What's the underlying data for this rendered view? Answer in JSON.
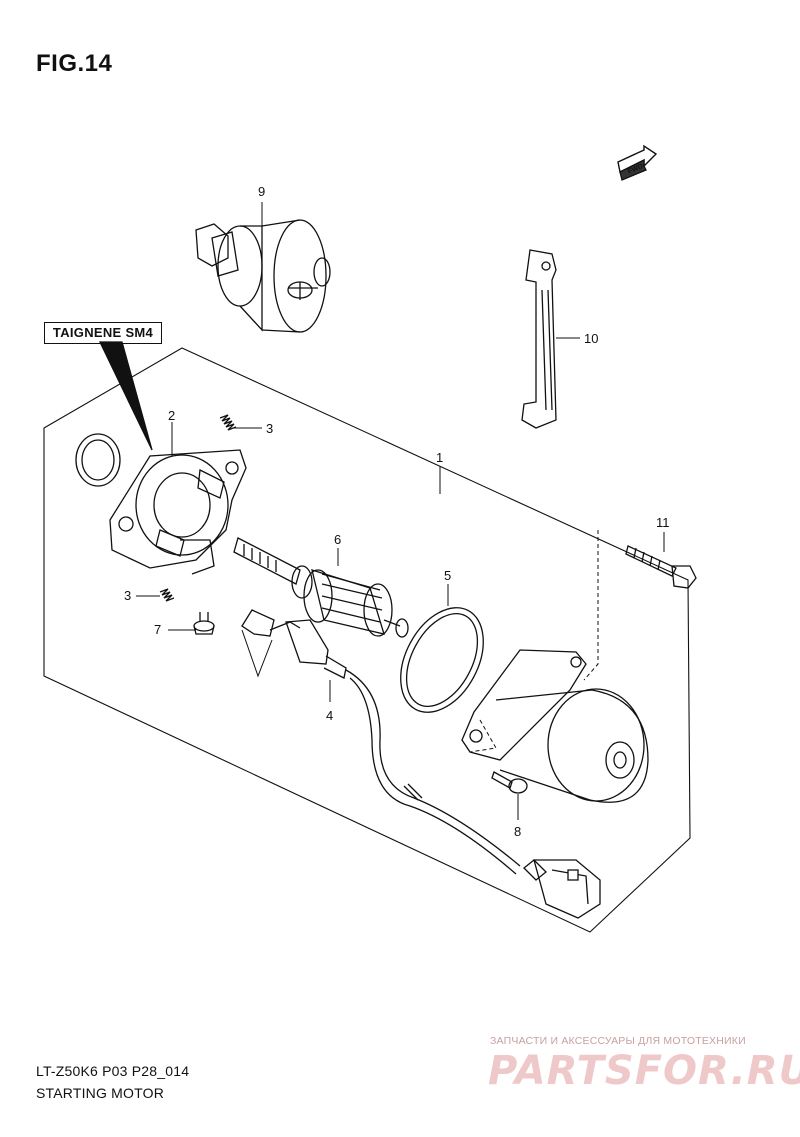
{
  "figure": {
    "title": "FIG.14"
  },
  "note_box": {
    "label": "TAIGNENE SM4"
  },
  "callouts": [
    {
      "num": "1"
    },
    {
      "num": "2"
    },
    {
      "num": "3"
    },
    {
      "num": "3"
    },
    {
      "num": "4"
    },
    {
      "num": "5"
    },
    {
      "num": "6"
    },
    {
      "num": "7"
    },
    {
      "num": "8"
    },
    {
      "num": "9"
    },
    {
      "num": "10"
    },
    {
      "num": "11"
    }
  ],
  "fwd_marker": {
    "label": "FWD",
    "icon": "fwd-arrow-icon"
  },
  "footer": {
    "code": "LT-Z50K6 P03 P28_014",
    "name": "STARTING MOTOR"
  },
  "watermark": {
    "tagline": "ЗАПЧАСТИ И АКСЕССУАРЫ ДЛЯ МОТОТЕХНИКИ",
    "brand": "PARTSFOR.RU",
    "color": "#e8b8b8"
  },
  "colors": {
    "line": "#111111",
    "background": "#ffffff"
  }
}
